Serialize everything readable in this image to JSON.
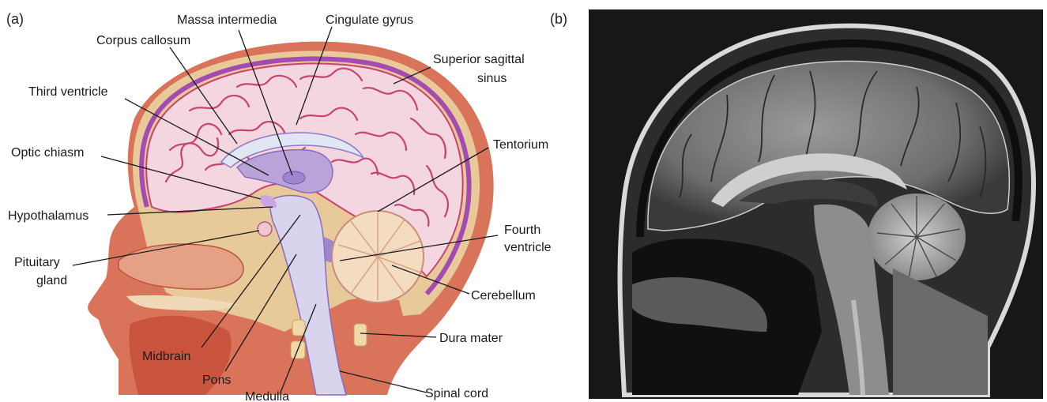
{
  "panels": {
    "a": "(a)",
    "b": "(b)"
  },
  "labels": {
    "massa_intermedia": "Massa intermedia",
    "cingulate_gyrus": "Cingulate gyrus",
    "corpus_callosum": "Corpus callosum",
    "superior_sagittal_sinus_1": "Superior sagittal",
    "superior_sagittal_sinus_2": "sinus",
    "third_ventricle": "Third ventricle",
    "tentorium": "Tentorium",
    "optic_chiasm": "Optic chiasm",
    "hypothalamus": "Hypothalamus",
    "fourth_ventricle_1": "Fourth",
    "fourth_ventricle_2": "ventricle",
    "pituitary_gland_1": "Pituitary",
    "pituitary_gland_2": "gland",
    "cerebellum": "Cerebellum",
    "dura_mater": "Dura mater",
    "midbrain": "Midbrain",
    "pons": "Pons",
    "medulla": "Medulla",
    "spinal_cord": "Spinal cord"
  },
  "colors": {
    "skin": "#d9735a",
    "skull": "#e8c99a",
    "brain": "#f3d6df",
    "gyri_lines": "#c8436e",
    "sinus": "#a34bb3",
    "ventricle": "#b9a3d9",
    "brainstem": "#d9d4ee",
    "cerebellum": "#f4dcc1",
    "mri_background": "#171717"
  }
}
